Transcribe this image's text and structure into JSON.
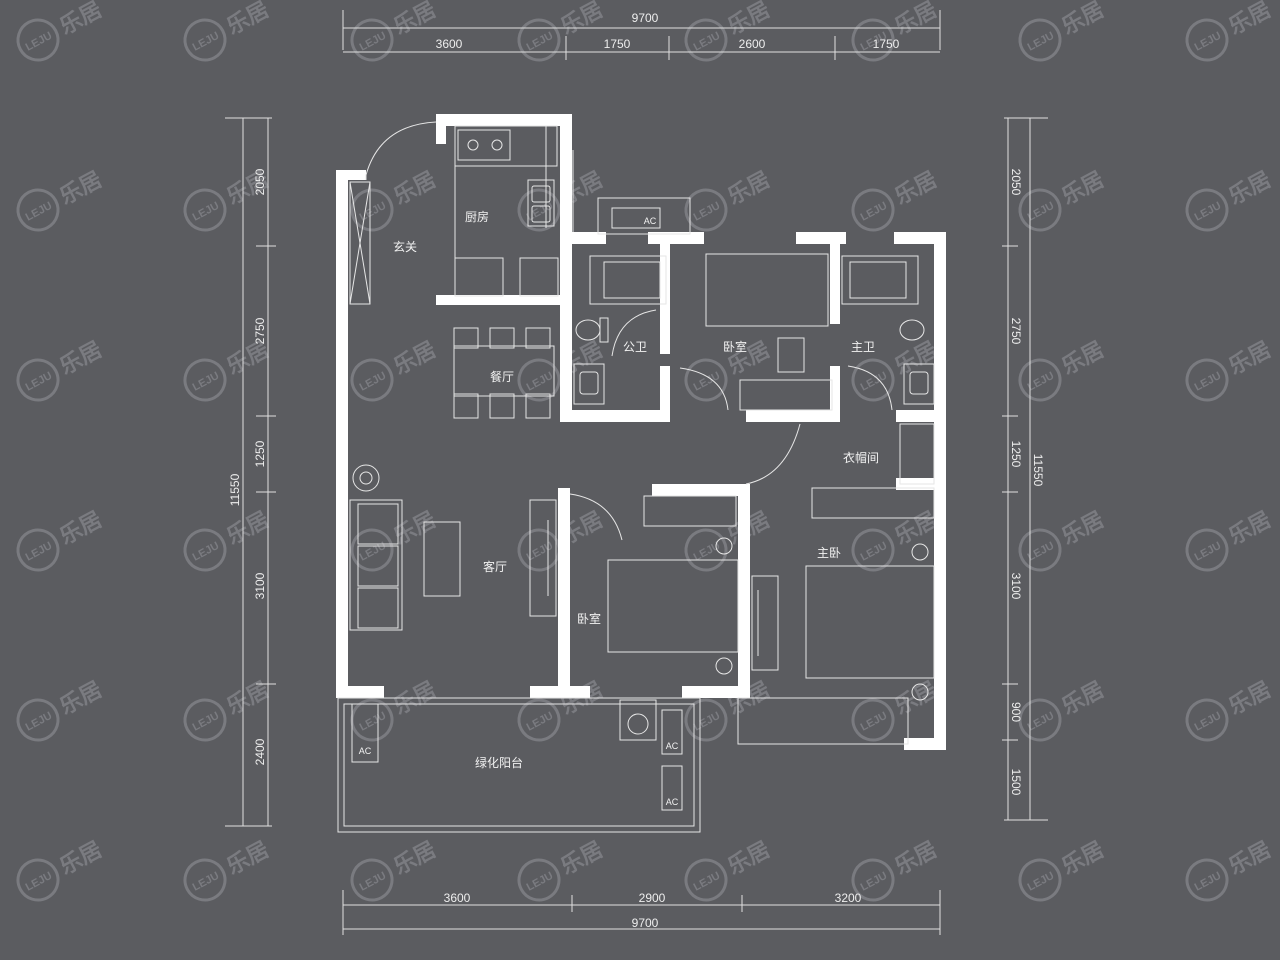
{
  "watermark": {
    "brand": "乐居",
    "logo_text": "LEJU",
    "color": "#7a7b80"
  },
  "colors": {
    "background": "#5b5c60",
    "wall": "#ffffff",
    "line": "#e6e6e6"
  },
  "dimensions": {
    "top_total": "9700",
    "top_segments": [
      "3600",
      "1750",
      "2600",
      "1750"
    ],
    "bottom_total": "9700",
    "bottom_segments": [
      "3600",
      "2900",
      "3200"
    ],
    "left_total": "11550",
    "left_segments": [
      "2050",
      "2750",
      "1250",
      "3100",
      "2400"
    ],
    "right_total": "11550",
    "right_segments": [
      "2050",
      "2750",
      "1250",
      "3100",
      "900",
      "1500"
    ]
  },
  "rooms": {
    "entrance": "玄关",
    "kitchen": "厨房",
    "dining": "餐厅",
    "public_bath": "公卫",
    "bedroom_north": "卧室",
    "master_bath": "主卫",
    "cloakroom": "衣帽间",
    "living": "客厅",
    "bedroom_south": "卧室",
    "master_bedroom": "主卧",
    "balcony": "绿化阳台"
  },
  "ac_label": "AC"
}
